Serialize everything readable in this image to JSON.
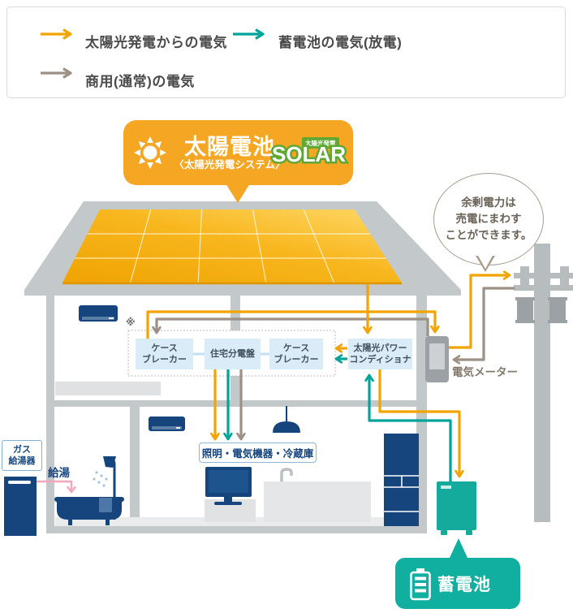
{
  "legend": {
    "items": [
      {
        "label": "太陽光発電からの電気",
        "color": "#F2A400"
      },
      {
        "label": "蓄電池の電気(放電)",
        "color": "#00A49A"
      },
      {
        "label": "商用(通常)の電気",
        "color": "#9C9184"
      }
    ]
  },
  "solar_callout": {
    "title": "太陽電池",
    "subtitle": "〈太陽光発電システム〉",
    "logo_tag": "太陽光発電",
    "logo_word": "SOLAR"
  },
  "surplus_bubble": {
    "line1": "余剰電力は",
    "line2": "売電にまわす",
    "line3": "ことができます。"
  },
  "panel": {
    "note_mark": "※",
    "breaker_left": {
      "line1": "ケース",
      "line2": "ブレーカー"
    },
    "distribution_board": "住宅分電盤",
    "breaker_right": {
      "line1": "ケース",
      "line2": "ブレーカー"
    },
    "power_conditioner": {
      "line1": "太陽光パワー",
      "line2": "コンディショナ"
    }
  },
  "meter_label": "電気メーター",
  "loads_label": "照明・電気機器・冷蔵庫",
  "battery_label": "蓄電池",
  "water": {
    "heater_line1": "ガス",
    "heater_line2": "給湯器",
    "supply_label": "給湯"
  },
  "colors": {
    "solar_orange": "#F2A400",
    "battery_teal": "#00A49A",
    "grid_gray": "#9C9184",
    "callout_orange": "#F5A622",
    "logo_green": "#5FA833",
    "navy": "#16457D",
    "component_blue": "#D9ECF8",
    "structure_gray": "#C3C8CB",
    "hot_water_pink": "#F2A7BA",
    "battery_bubble_teal": "#10AF9F"
  }
}
